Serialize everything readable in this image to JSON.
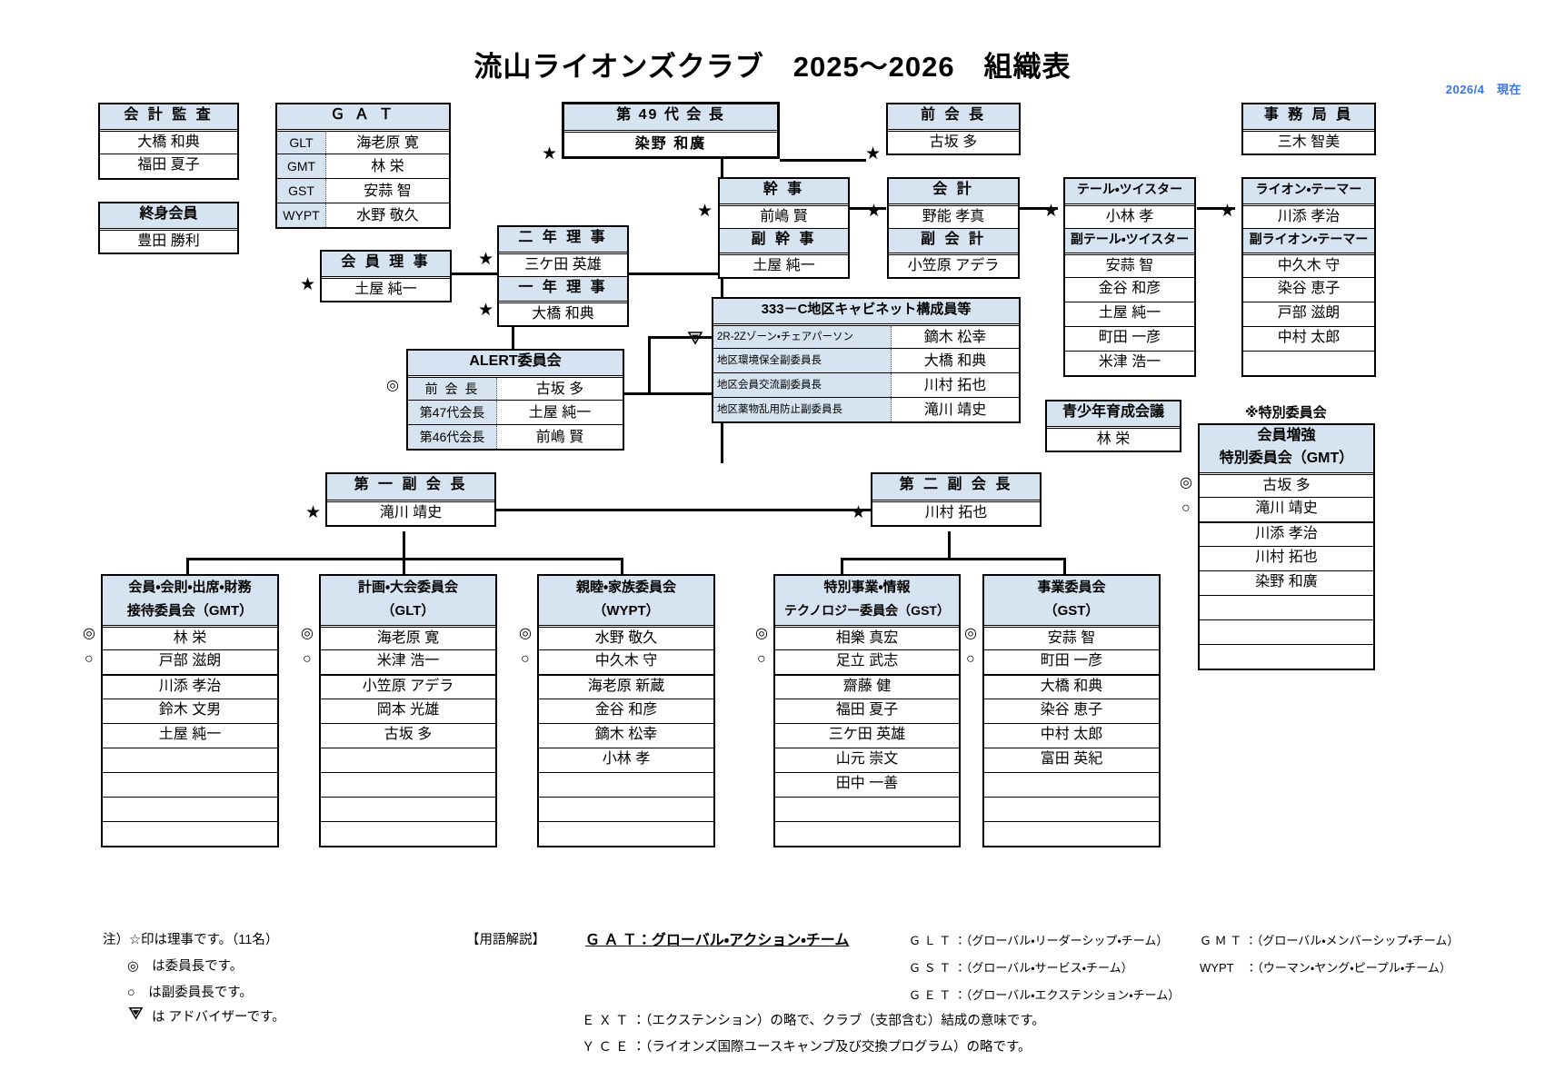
{
  "title": "流山ライオンズクラブ　2025～2026　組織表",
  "as_of": "2026/4　現在",
  "colors": {
    "header_fill": "#d6e3f0",
    "accent_text": "#3a76e8",
    "line": "#000000"
  },
  "boxes": {
    "kaikei_kansa": {
      "header": "会 計 監 査",
      "rows": [
        "大橋  和典",
        "福田  夏子"
      ]
    },
    "shushin_kaiin": {
      "header": "終身会員",
      "rows": [
        "豊田  勝利"
      ]
    },
    "gat": {
      "header": "Ｇ Ａ Ｔ",
      "rows": [
        {
          "label": "GLT",
          "name": "海老原  寛"
        },
        {
          "label": "GMT",
          "name": "林  栄"
        },
        {
          "label": "GST",
          "name": "安蒜  智"
        },
        {
          "label": "WYPT",
          "name": "水野  敬久"
        }
      ]
    },
    "kaiin_riji": {
      "header": "会 員 理 事",
      "rows": [
        "土屋  純一"
      ],
      "marker": "★"
    },
    "ninen_riji": {
      "header": "二 年 理 事",
      "rows": [
        "三ケ田  英雄"
      ],
      "marker": "★"
    },
    "ichinen_riji": {
      "header": "一 年 理 事",
      "rows": [
        "大橋  和典"
      ],
      "marker": "★"
    },
    "president": {
      "header": "第 49 代 会 長",
      "rows": [
        "染野  和廣"
      ],
      "marker": "★"
    },
    "past_president": {
      "header": "前 会 長",
      "rows": [
        "古坂  多"
      ],
      "marker": "★"
    },
    "jimukyoku": {
      "header": "事 務 局 員",
      "rows": [
        "三木  智美"
      ]
    },
    "kanji": {
      "header": "幹  事",
      "rows": [
        "前嶋  賢"
      ],
      "marker": "★"
    },
    "fuku_kanji": {
      "header": "副 幹 事",
      "rows": [
        "土屋  純一"
      ]
    },
    "kaikei": {
      "header": "会  計",
      "rows": [
        "野能  孝真"
      ],
      "marker": "★"
    },
    "fuku_kaikei": {
      "header": "副 会 計",
      "rows": [
        "小笠原  アデラ"
      ]
    },
    "tail_twister": {
      "header": "テール・ツイスター",
      "rows": [
        "小林  孝"
      ],
      "marker": "★"
    },
    "fuku_tail_twister": {
      "header": "副テール・ツイスター",
      "rows": [
        "安蒜  智",
        "金谷  和彦",
        "土屋  純一",
        "町田  一彦",
        "米津  浩一"
      ]
    },
    "lion_tamer": {
      "header": "ライオン・テーマー",
      "rows": [
        "川添  孝治"
      ],
      "marker": "★"
    },
    "fuku_lion_tamer": {
      "header": "副ライオン・テーマー",
      "rows": [
        "中久木  守",
        "染谷  恵子",
        "戸部  滋朗",
        "中村  太郎",
        ""
      ]
    },
    "alert": {
      "header": "ALERT委員会",
      "rows": [
        {
          "label": "前 会 長",
          "name": "古坂  多",
          "marker": "◎"
        },
        {
          "label": "第47代会長",
          "name": "土屋  純一"
        },
        {
          "label": "第46代会長",
          "name": "前嶋  賢"
        }
      ]
    },
    "cabinet": {
      "header": "333－C地区キャビネット構成員等",
      "rows": [
        {
          "label": "2R-2Zゾーン・チェアパーソン",
          "name": "鏑木  松幸",
          "marker": "adv"
        },
        {
          "label": "地区環境保全副委員長",
          "name": "大橋  和典"
        },
        {
          "label": "地区会員交流副委員長",
          "name": "川村  拓也"
        },
        {
          "label": "地区薬物乱用防止副委員長",
          "name": "滝川  靖史"
        }
      ]
    },
    "seishonen": {
      "header": "青少年育成会議",
      "rows": [
        "林  栄"
      ]
    },
    "vp1": {
      "header": "第 一 副 会 長",
      "rows": [
        "滝川  靖史"
      ],
      "marker": "★"
    },
    "vp2": {
      "header": "第 二 副 会 長",
      "rows": [
        "川村  拓也"
      ],
      "marker": "★"
    }
  },
  "special_committee": {
    "caption": "※特別委員会",
    "header_line1": "会員増強",
    "header_line2": "特別委員会（GMT）",
    "members": [
      {
        "name": "古坂  多",
        "marker": "◎"
      },
      {
        "name": "滝川  靖史",
        "marker": "○"
      },
      {
        "name": "川添  孝治"
      },
      {
        "name": "川村  拓也"
      },
      {
        "name": "染野  和廣"
      },
      {
        "name": ""
      },
      {
        "name": ""
      },
      {
        "name": ""
      }
    ]
  },
  "committees": [
    {
      "header_line1": "会員・会則・出席・財務",
      "header_line2": "接待委員会（GMT）",
      "members": [
        {
          "name": "林  栄",
          "marker": "◎"
        },
        {
          "name": "戸部  滋朗",
          "marker": "○"
        },
        {
          "name": "川添  孝治"
        },
        {
          "name": "鈴木  文男"
        },
        {
          "name": "土屋  純一"
        },
        {
          "name": ""
        },
        {
          "name": ""
        },
        {
          "name": ""
        },
        {
          "name": ""
        }
      ]
    },
    {
      "header_line1": "計画・大会委員会",
      "header_line2": "（GLT）",
      "members": [
        {
          "name": "海老原  寛",
          "marker": "◎"
        },
        {
          "name": "米津  浩一",
          "marker": "○"
        },
        {
          "name": "小笠原  アデラ"
        },
        {
          "name": "岡本  光雄"
        },
        {
          "name": "古坂  多"
        },
        {
          "name": ""
        },
        {
          "name": ""
        },
        {
          "name": ""
        },
        {
          "name": ""
        }
      ]
    },
    {
      "header_line1": "親睦・家族委員会",
      "header_line2": "（WYPT）",
      "members": [
        {
          "name": "水野  敬久",
          "marker": "◎"
        },
        {
          "name": "中久木  守",
          "marker": "○"
        },
        {
          "name": "海老原  新蔵"
        },
        {
          "name": "金谷  和彦"
        },
        {
          "name": "鏑木  松幸"
        },
        {
          "name": "小林  孝"
        },
        {
          "name": ""
        },
        {
          "name": ""
        },
        {
          "name": ""
        }
      ]
    },
    {
      "header_line1": "特別事業・情報",
      "header_line2": "テクノロジー委員会（GST）",
      "members": [
        {
          "name": "相樂  真宏",
          "marker": "◎"
        },
        {
          "name": "足立  武志",
          "marker": "○"
        },
        {
          "name": "齋藤  健"
        },
        {
          "name": "福田  夏子"
        },
        {
          "name": "三ケ田  英雄"
        },
        {
          "name": "山元  崇文"
        },
        {
          "name": "田中  一善"
        },
        {
          "name": ""
        },
        {
          "name": ""
        }
      ]
    },
    {
      "header_line1": "事業委員会",
      "header_line2": "（GST）",
      "members": [
        {
          "name": "安蒜  智",
          "marker": "◎"
        },
        {
          "name": "町田  一彦",
          "marker": "○"
        },
        {
          "name": "大橋  和典"
        },
        {
          "name": "染谷  恵子"
        },
        {
          "name": "中村  太郎"
        },
        {
          "name": "富田  英紀"
        },
        {
          "name": ""
        },
        {
          "name": ""
        },
        {
          "name": ""
        }
      ]
    }
  ],
  "footnotes": {
    "note1": "注）☆印は理事です。（11名）",
    "note2": "◎　は委員長です。",
    "note3": "○　は副委員長です。",
    "note4": "は アドバイザーです。",
    "glossary_label": "【用語解説】",
    "gat_line": "Ｇ Ａ Ｔ：グローバル・アクション・チーム",
    "glt": "Ｇ Ｌ Ｔ ：（グローバル・リーダーシップ・チーム）",
    "gst": "Ｇ Ｓ Ｔ ：（グローバル・サービス・チーム）",
    "get": "Ｇ Ｅ Ｔ ：（グローバル・エクステンション・チーム）",
    "gmt": "Ｇ Ｍ Ｔ ：（グローバル・メンバーシップ・チーム）",
    "wypt": "WYPT　：（ウーマン・ヤング・ピープル・チーム）",
    "ext": "Ｅ Ｘ Ｔ ：（エクステンション）の略で、クラブ（支部含む）結成の意味です。",
    "yce": "Ｙ Ｃ Ｅ ：（ライオンズ国際ユースキャンプ及び交換プログラム）の略です。"
  },
  "icons": {
    "director": "★",
    "chair": "◎",
    "vice_chair": "○",
    "advisor": "advisor-diamond-icon"
  }
}
